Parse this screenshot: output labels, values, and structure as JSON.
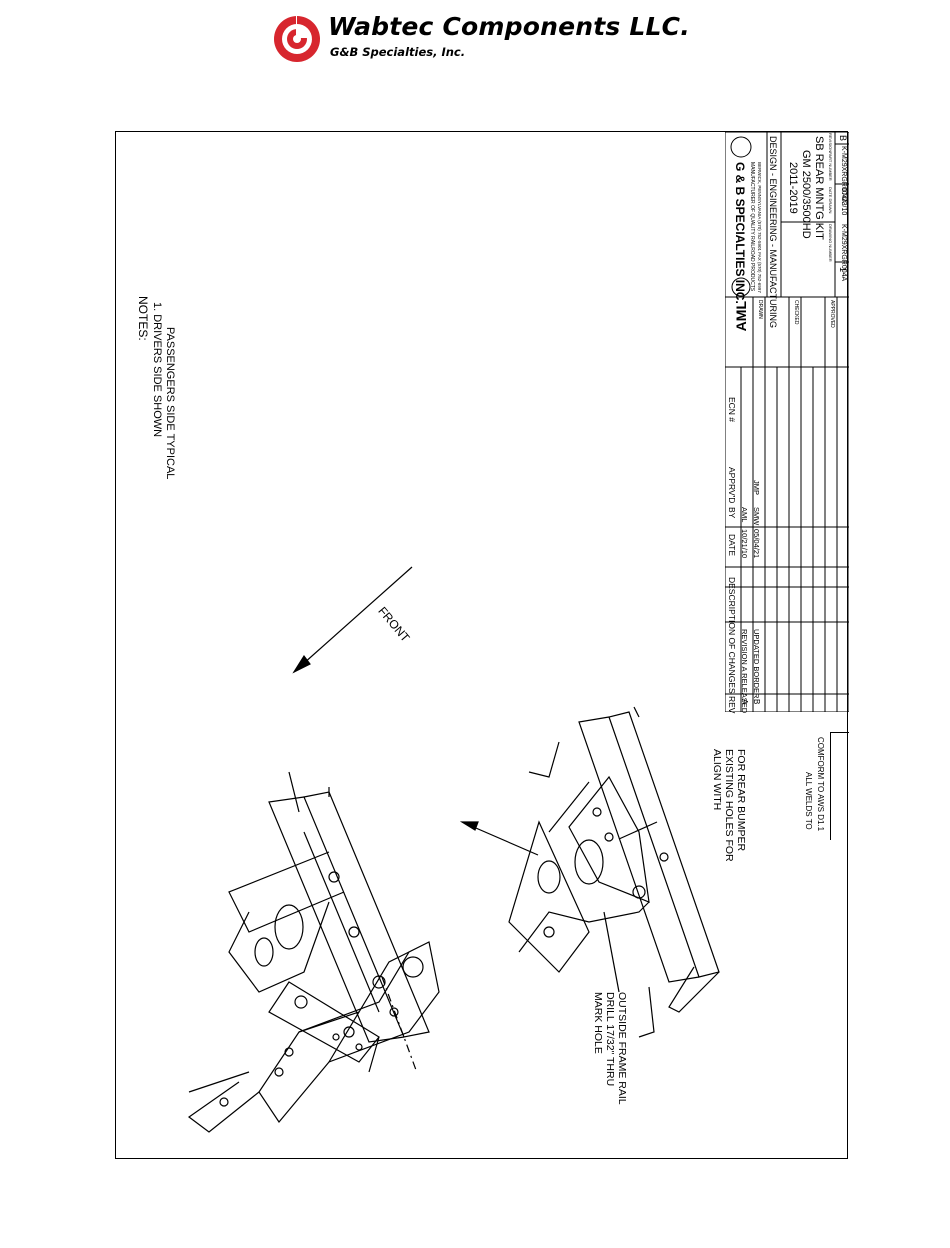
{
  "header": {
    "company_name": "Wabtec Components LLC.",
    "company_sub": "G&B Specialties, Inc."
  },
  "notes": {
    "title": "NOTES:",
    "line1": "1.  DRIVERS  SIDE  SHOWN",
    "line2": "PASSENGERS  SIDE  TYPICAL"
  },
  "drawing": {
    "front_label": "FRONT",
    "callout_align_1": "ALIGN  WITH",
    "callout_align_2": "EXISTING  HOLES  FOR",
    "callout_align_3": "FOR  REAR  BUMPER",
    "callout_mark_1": "MARK  HOLE",
    "callout_mark_2": "DRILL  17/32\"  THRU",
    "callout_mark_3": "OUTSIDE  FRAME  RAIL",
    "weld_note_1": "ALL WELDS TO",
    "weld_note_2": "COMFORM TO AWS D1.1"
  },
  "revisions": {
    "headers": {
      "rev": "REV",
      "desc": "DESCRIPTION OF CHANGES",
      "date": "DATE",
      "by": "BY",
      "apprvd": "APPRV'D",
      "ecn": "ECN #"
    },
    "rows": [
      {
        "rev": "A",
        "desc": "REVISION A RELEASED",
        "date": "10/21/10",
        "by": "AML",
        "apprvd": "",
        "ecn": ""
      },
      {
        "rev": "B",
        "desc": "UPDATED BORDER",
        "date": "05/04/21",
        "by": "SMW",
        "apprvd": "JMP",
        "ecn": ""
      }
    ]
  },
  "title_block": {
    "company": "G & B SPECIALTIES INC.",
    "manufacturer": "MANUFACTURER OF QUALITY RAILROAD PRODUCTS",
    "address": "BERWICK, PENNSYLVANIA  (570) 752-5901  FAX (570) 752-6997",
    "design": "DESIGN - ENGINEERING - MANUFACTURING",
    "drawn_value": "AML",
    "drawn_label": "DRAWN",
    "checked_label": "CHECKED",
    "approved_label": "APPROVED",
    "title_line1": "2011-2019",
    "title_line2": "GM 2500/3500HD",
    "title_line3": "SB REAR MNTG KIT",
    "sheet": "1",
    "drawing_no_label": "DRAWING NUMBER",
    "drawing_no": "K-M29XRGR004A",
    "date_label": "DATE DRAWN",
    "date": "07/23/10",
    "part_label": "PART NUMBER",
    "part_no": "K-M29XRGR004A",
    "revision_label": "REVISION",
    "revision": "B"
  }
}
